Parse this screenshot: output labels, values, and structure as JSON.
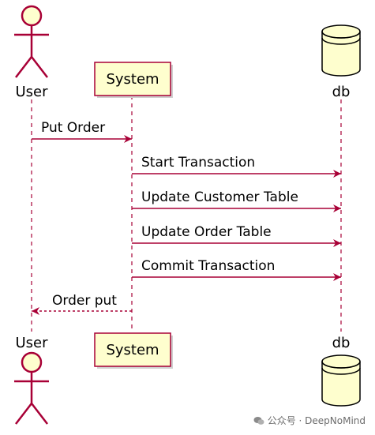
{
  "participants": {
    "user": "User",
    "system": "System",
    "db": "db"
  },
  "messages": {
    "m1": "Put Order",
    "m2": "Start Transaction",
    "m3": "Update Customer Table",
    "m4": "Update Order Table",
    "m5": "Commit Transaction",
    "m6": "Order put"
  },
  "watermark": "公众号 · DeepNoMind",
  "colors": {
    "line": "#A80036",
    "fill": "#FEFECE"
  }
}
